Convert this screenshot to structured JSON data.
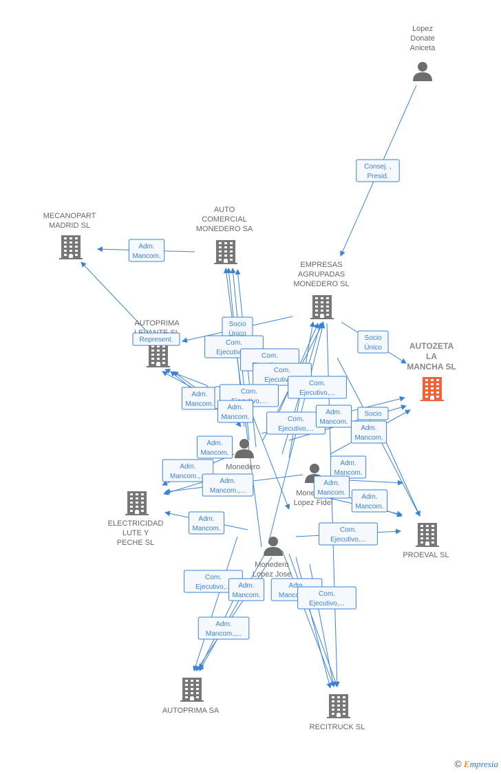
{
  "colors": {
    "edge": "#3b82d6",
    "building": "#777777",
    "highlight": "#f0643a",
    "person": "#6d6d6d"
  },
  "nodes": [
    {
      "id": "lopez_donate",
      "type": "person",
      "lines": [
        "Lopez",
        "Donate",
        "Aniceta"
      ]
    },
    {
      "id": "auto_comercial",
      "type": "company",
      "lines": [
        "AUTO",
        "COMERCIAL",
        "MONEDERO SA"
      ]
    },
    {
      "id": "mecanopart",
      "type": "company",
      "lines": [
        "MECANOPART",
        "MADRID  SL"
      ]
    },
    {
      "id": "empresas",
      "type": "company",
      "lines": [
        "EMPRESAS",
        "AGRUPADAS",
        "MONEDERO SL"
      ]
    },
    {
      "id": "autozeta",
      "type": "company",
      "highlight": true,
      "lines": [
        "AUTOZETA",
        "LA",
        "MANCHA  SL"
      ]
    },
    {
      "id": "autoprima_levante",
      "type": "company",
      "lines": [
        "AUTOPRIMA",
        "LEVANTE  SL"
      ]
    },
    {
      "id": "monedero_1",
      "type": "person",
      "lines": [
        "Monedero",
        "..."
      ]
    },
    {
      "id": "monedero_fidel",
      "type": "person",
      "lines": [
        "Monedero",
        "Lopez Fidel"
      ]
    },
    {
      "id": "electricidad",
      "type": "company",
      "lines": [
        "ELECTRICIDAD",
        "LUTE Y",
        "PECHE SL"
      ]
    },
    {
      "id": "proeval",
      "type": "company",
      "lines": [
        "PROEVAL  SL"
      ]
    },
    {
      "id": "monedero_jose",
      "type": "person",
      "lines": [
        "Monedero",
        "Lopez Jose"
      ]
    },
    {
      "id": "autoprima",
      "type": "company",
      "lines": [
        "AUTOPRIMA SA"
      ]
    },
    {
      "id": "recitruck",
      "type": "company",
      "lines": [
        "RECITRUCK SL"
      ]
    }
  ],
  "edge_labels": [
    {
      "id": "l1",
      "lines": [
        "Consej. ,",
        "Presid."
      ]
    },
    {
      "id": "l2",
      "lines": [
        "Adm.",
        "Mancom."
      ]
    },
    {
      "id": "l3",
      "lines": [
        "Socio",
        "Único"
      ]
    },
    {
      "id": "l4",
      "lines": [
        "Socio",
        "Único"
      ]
    },
    {
      "id": "l5",
      "lines": [
        "Represent."
      ]
    },
    {
      "id": "l6",
      "lines": [
        "Com.",
        "Ejecutivo,..."
      ]
    },
    {
      "id": "l7",
      "lines": [
        "Com.",
        "Ejecutivo,..."
      ]
    },
    {
      "id": "l8",
      "lines": [
        "Com.",
        "Ejecutivo,..."
      ]
    },
    {
      "id": "l9",
      "lines": [
        "Com.",
        "Ejecutivo,..."
      ]
    },
    {
      "id": "l10",
      "lines": [
        "Adm.",
        "Mancom."
      ]
    },
    {
      "id": "l11",
      "lines": [
        "Socio",
        "..."
      ]
    },
    {
      "id": "l12",
      "lines": [
        "Com.",
        "Ejecutivo,..."
      ]
    },
    {
      "id": "l13",
      "lines": [
        "Adm.",
        "Mancom."
      ]
    },
    {
      "id": "l14",
      "lines": [
        "Com.",
        "Ejecutivo,..."
      ]
    },
    {
      "id": "l15",
      "lines": [
        "Adm.",
        "Mancom."
      ]
    },
    {
      "id": "l16",
      "lines": [
        "Socio"
      ]
    },
    {
      "id": "l17",
      "lines": [
        "Adm.",
        "Mancom."
      ]
    },
    {
      "id": "l18",
      "lines": [
        "Adm.",
        "Mancom."
      ]
    },
    {
      "id": "l19",
      "lines": [
        "Adm.",
        "Mancom."
      ]
    },
    {
      "id": "l20",
      "lines": [
        "Adm.",
        "Mancom.,..."
      ]
    },
    {
      "id": "l21",
      "lines": [
        "Adm.",
        "Mancom."
      ]
    },
    {
      "id": "l22",
      "lines": [
        "Adm.",
        "Mancom."
      ]
    },
    {
      "id": "l23",
      "lines": [
        "Adm.",
        "Mancom.,..."
      ]
    },
    {
      "id": "l24",
      "lines": [
        "Adm.",
        "Mancom."
      ]
    },
    {
      "id": "l25",
      "lines": [
        "Com.",
        "Ejecutivo,..."
      ]
    },
    {
      "id": "l26",
      "lines": [
        "Com.",
        "Ejecutivo,..."
      ]
    },
    {
      "id": "l27",
      "lines": [
        "Adm.",
        "Mancom."
      ]
    },
    {
      "id": "l28",
      "lines": [
        "Adm.",
        "Mancom.,..."
      ]
    },
    {
      "id": "l29",
      "lines": [
        "Com.",
        "Ejecutivo,..."
      ]
    },
    {
      "id": "l30",
      "lines": [
        "Adm.",
        "Mancom.,..."
      ]
    }
  ],
  "brand": {
    "copyright": "©",
    "first_letter": "E",
    "rest": "mpresia"
  }
}
